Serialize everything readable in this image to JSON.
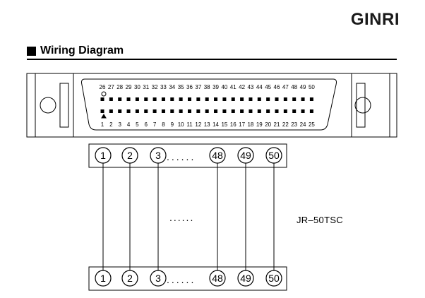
{
  "brand": "GINRI",
  "section_title": "Wiring Diagram",
  "model": "JR–50TSC",
  "connector": {
    "top_pins": [
      "26",
      "27",
      "28",
      "29",
      "30",
      "31",
      "32",
      "33",
      "34",
      "35",
      "36",
      "37",
      "38",
      "39",
      "40",
      "41",
      "42",
      "43",
      "44",
      "45",
      "46",
      "47",
      "48",
      "49",
      "50"
    ],
    "bottom_pins": [
      "1",
      "2",
      "3",
      "4",
      "5",
      "6",
      "7",
      "8",
      "9",
      "10",
      "11",
      "12",
      "13",
      "14",
      "15",
      "16",
      "17",
      "18",
      "19",
      "20",
      "21",
      "22",
      "23",
      "24",
      "25"
    ]
  },
  "terminals": {
    "labels": [
      "1",
      "2",
      "3",
      "48",
      "49",
      "50"
    ],
    "ellipsis": "......"
  },
  "middle_ellipsis": "......"
}
